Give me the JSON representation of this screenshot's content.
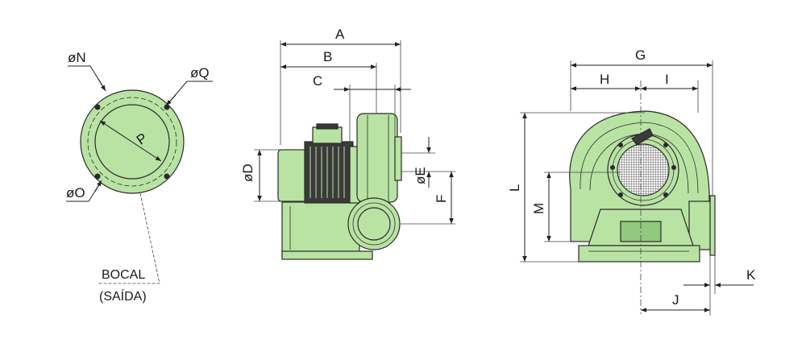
{
  "colors": {
    "body_fill": "#b9e3a3",
    "body_fill_dark": "#93c97f",
    "outline": "#2a2a2a",
    "motor_dark": "#3a3a3a"
  },
  "labels": {
    "phiN": "øN",
    "phiQ": "øQ",
    "phiO": "øO",
    "P": "P",
    "bocal": "BOCAL",
    "saida": "(SAÍDA)",
    "A": "A",
    "B": "B",
    "C": "C",
    "phiD": "øD",
    "phiE": "øE",
    "F": "F",
    "G": "G",
    "H": "H",
    "I": "I",
    "L": "L",
    "M": "M",
    "J": "J",
    "K": "K"
  }
}
